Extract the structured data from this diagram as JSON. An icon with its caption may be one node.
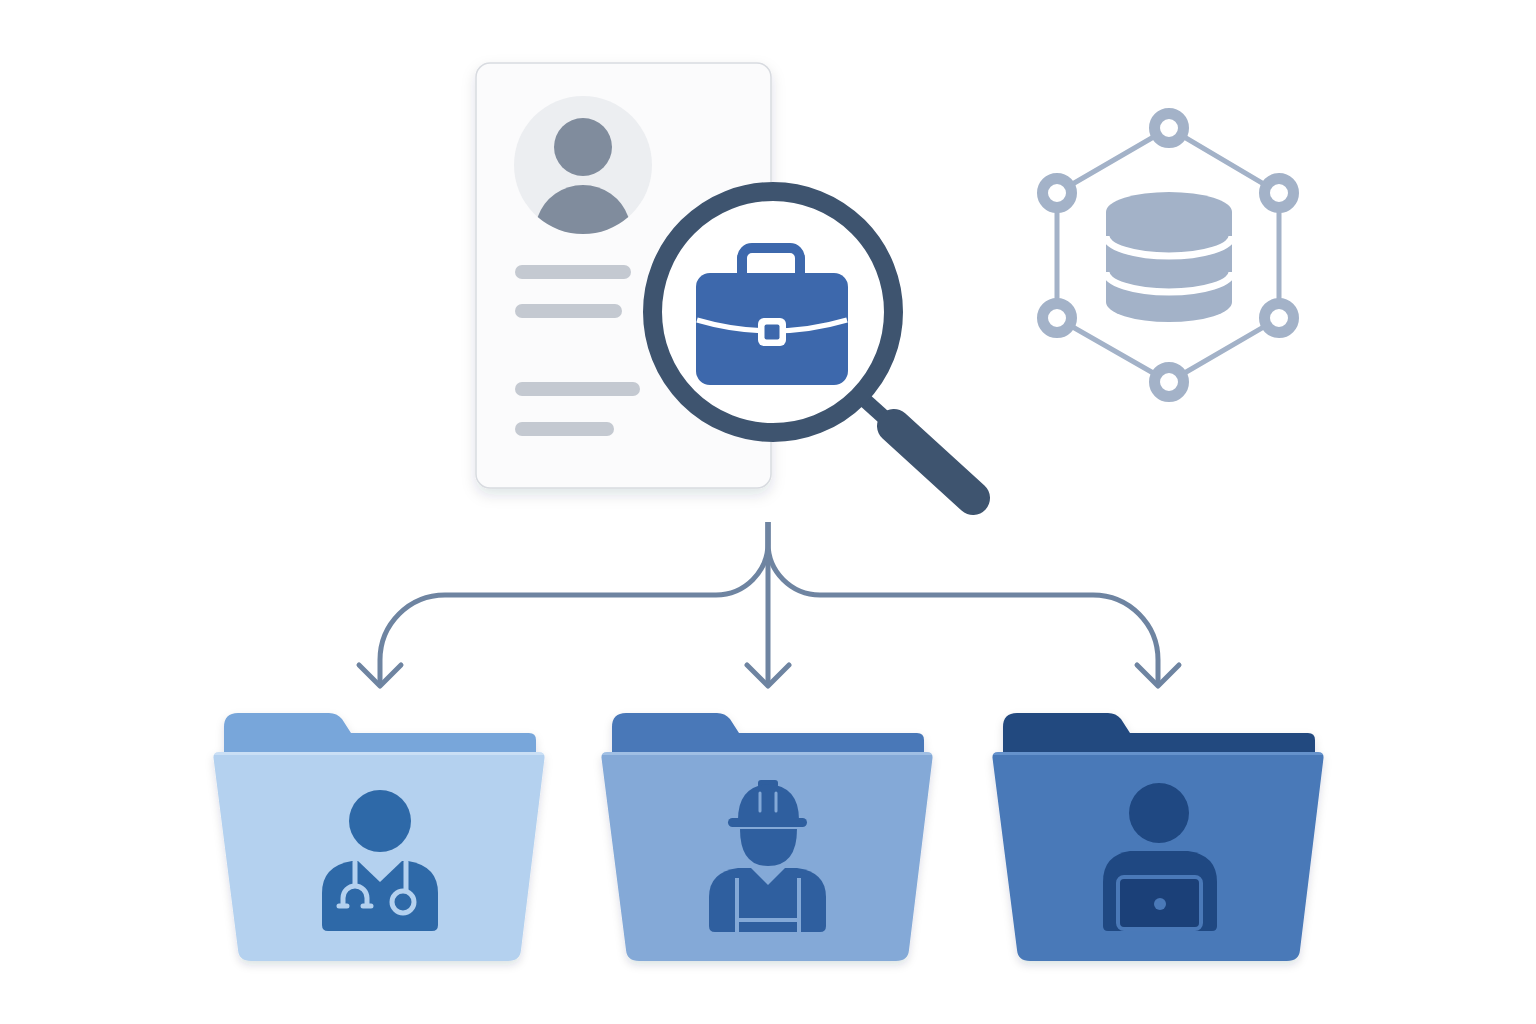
{
  "diagram": {
    "nodes": [
      {
        "text": [],
        "shape": "picture"
      },
      {
        "text": [],
        "shape": "picture"
      },
      {
        "text": [],
        "shape": "folder"
      },
      {
        "text": [],
        "shape": "folder"
      },
      {
        "text": [],
        "shape": "folder"
      }
    ],
    "edges": [
      {
        "from": 0,
        "to": 2,
        "arrow": "to"
      },
      {
        "from": 0,
        "to": 3,
        "arrow": "to"
      },
      {
        "from": 0,
        "to": 4,
        "arrow": "to"
      }
    ]
  }
}
